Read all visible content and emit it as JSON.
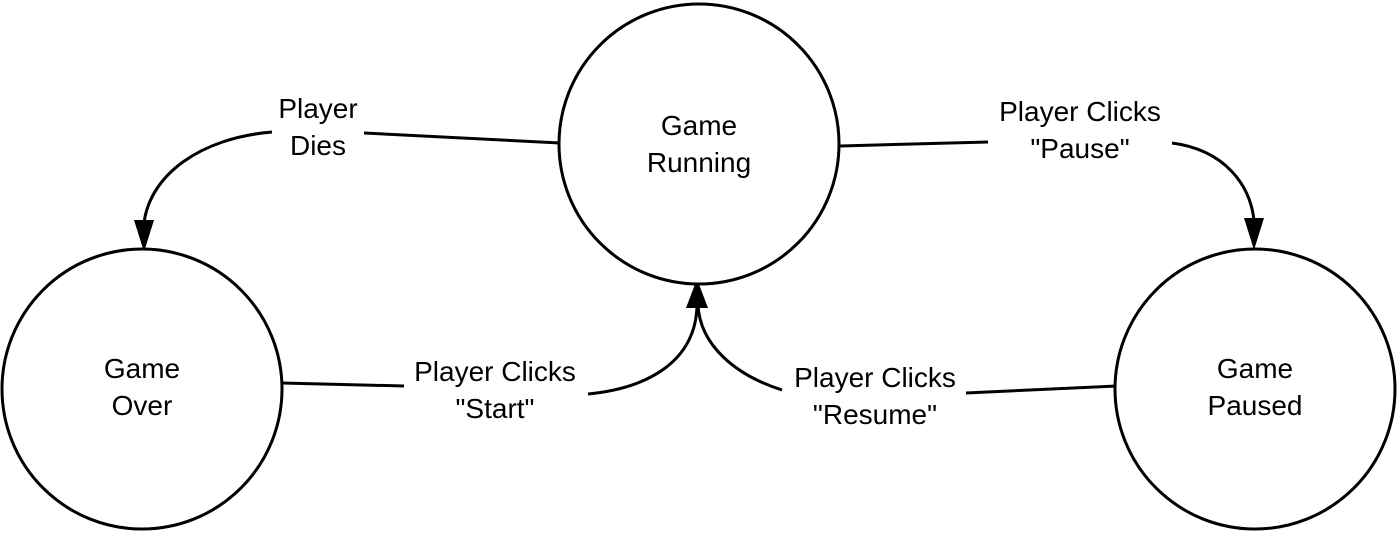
{
  "colors": {
    "stroke": "#000000",
    "background": "#ffffff",
    "text": "#000000"
  },
  "states": {
    "running": {
      "line1": "Game",
      "line2": "Running"
    },
    "over": {
      "line1": "Game",
      "line2": "Over"
    },
    "paused": {
      "line1": "Game",
      "line2": "Paused"
    }
  },
  "transitions": {
    "dies": {
      "from": "Game Running",
      "to": "Game Over",
      "line1": "Player",
      "line2": "Dies"
    },
    "pause": {
      "from": "Game Running",
      "to": "Game Paused",
      "line1": "Player Clicks",
      "line2": "\"Pause\""
    },
    "start": {
      "from": "Game Over",
      "to": "Game Running",
      "line1": "Player Clicks",
      "line2": "\"Start\""
    },
    "resume": {
      "from": "Game Paused",
      "to": "Game Running",
      "line1": "Player Clicks",
      "line2": "\"Resume\""
    }
  }
}
